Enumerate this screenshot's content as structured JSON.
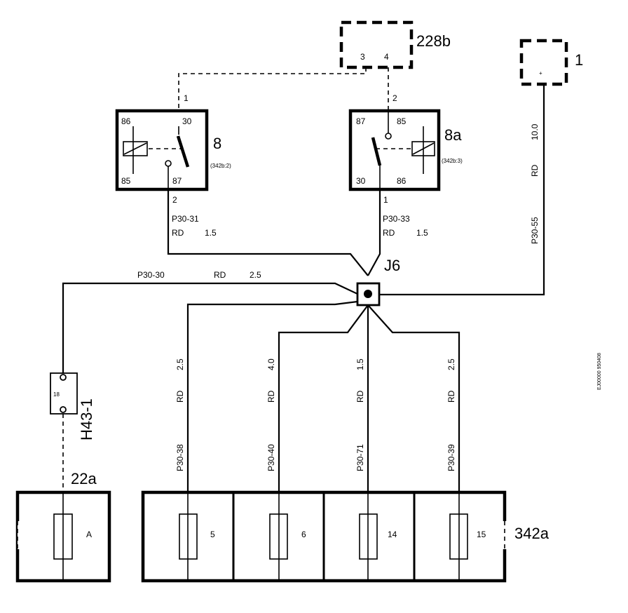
{
  "components": {
    "c228b": {
      "name": "228b",
      "pin_a": "3",
      "pin_b": "4"
    },
    "c1": {
      "name": "1",
      "pin": "+"
    },
    "relay8": {
      "name": "8",
      "ref": "(342b:2)",
      "p86": "86",
      "p30": "30",
      "p85": "85",
      "p87": "87",
      "top_wire": "1",
      "bottom_wire": "2"
    },
    "relay8a": {
      "name": "8a",
      "ref": "(342b:3)",
      "p87": "87",
      "p85": "85",
      "p30": "30",
      "p86": "86",
      "top_wire": "2",
      "bottom_wire": "1"
    },
    "j6": {
      "name": "J6"
    },
    "h43": {
      "name": "H43-1",
      "pin": "18"
    },
    "c22a": {
      "name": "22a",
      "fuse": "A"
    },
    "c342a": {
      "name": "342a",
      "fuses": [
        "5",
        "6",
        "14",
        "15"
      ]
    }
  },
  "wires": {
    "p3031": {
      "id": "P30-31",
      "color": "RD",
      "size": "1.5"
    },
    "p3033": {
      "id": "P30-33",
      "color": "RD",
      "size": "1.5"
    },
    "p3030": {
      "id": "P30-30",
      "color": "RD",
      "size": "2.5"
    },
    "p3055": {
      "id": "P30-55",
      "color": "RD",
      "size": "10.0"
    },
    "p3038": {
      "id": "P30-38",
      "color": "RD",
      "size": "2.5"
    },
    "p3040": {
      "id": "P30-40",
      "color": "RD",
      "size": "4.0"
    },
    "p3071": {
      "id": "P30-71",
      "color": "RD",
      "size": "1.5"
    },
    "p3039": {
      "id": "P30-39",
      "color": "RD",
      "size": "2.5"
    }
  },
  "side_code": "EJ00000 950408"
}
